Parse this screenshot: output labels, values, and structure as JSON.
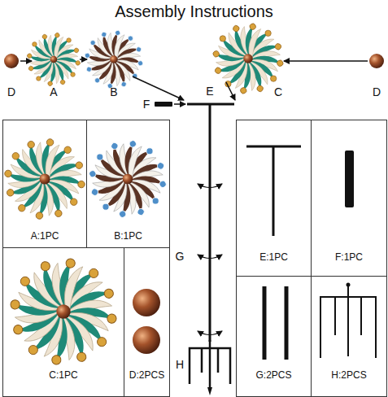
{
  "diagram": {
    "title": "Assembly Instructions",
    "nodes": [
      {
        "text": [
          "A:1PC"
        ]
      },
      {
        "text": [
          "B:1PC"
        ]
      },
      {
        "text": [
          "E:1PC"
        ]
      },
      {
        "text": [
          "F:1PC"
        ]
      },
      {
        "text": [
          "C:1PC"
        ]
      },
      {
        "text": [
          "D:2PCS"
        ]
      },
      {
        "text": [
          "G:2PCS"
        ]
      },
      {
        "text": [
          "H:2PCS"
        ]
      }
    ],
    "labels": [
      "D",
      "A",
      "B",
      "E",
      "C",
      "D",
      "F",
      "G",
      "H"
    ]
  }
}
